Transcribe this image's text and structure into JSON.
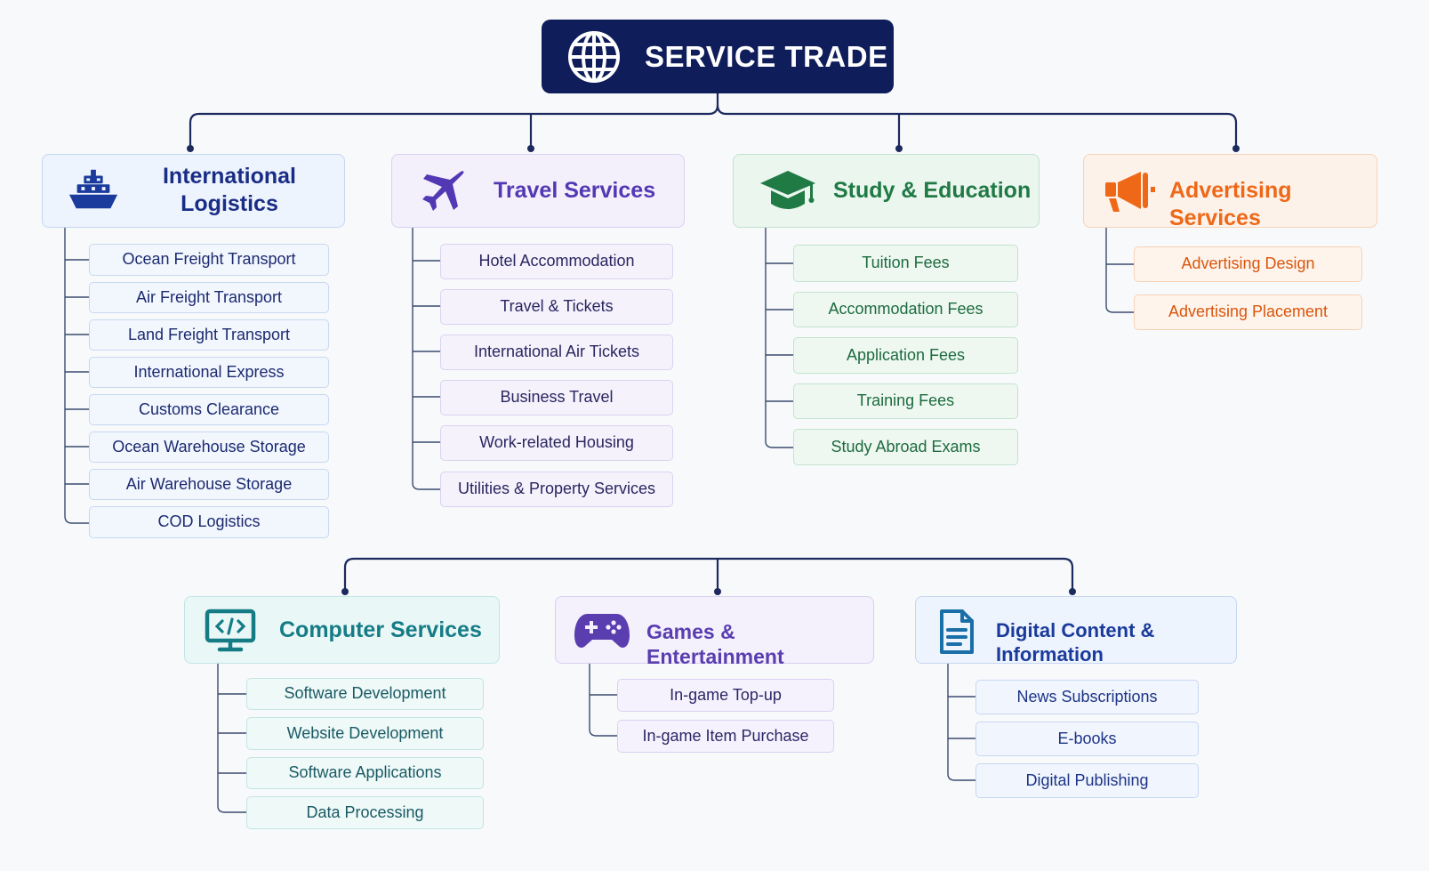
{
  "root": {
    "title": "SERVICE TRADE",
    "icon": "globe-icon"
  },
  "categories": {
    "logistics": {
      "title_line1": "International",
      "title_line2": "Logistics",
      "icon": "ship-icon",
      "items": [
        "Ocean Freight Transport",
        "Air Freight Transport",
        "Land Freight Transport",
        "International Express",
        "Customs Clearance",
        "Ocean Warehouse Storage",
        "Air Warehouse Storage",
        "COD Logistics"
      ]
    },
    "travel": {
      "title": "Travel Services",
      "icon": "airplane-icon",
      "items": [
        "Hotel Accommodation",
        "Travel & Tickets",
        "International Air Tickets",
        "Business Travel",
        "Work-related Housing",
        "Utilities & Property Services"
      ]
    },
    "education": {
      "title": "Study & Education",
      "icon": "graduation-cap-icon",
      "items": [
        "Tuition Fees",
        "Accommodation Fees",
        "Application Fees",
        "Training Fees",
        "Study Abroad Exams"
      ]
    },
    "advertising": {
      "title": "Advertising Services",
      "icon": "megaphone-icon",
      "items": [
        "Advertising Design",
        "Advertising Placement"
      ]
    },
    "computer": {
      "title": "Computer Services",
      "icon": "code-monitor-icon",
      "items": [
        "Software Development",
        "Website Development",
        "Software Applications",
        "Data Processing"
      ]
    },
    "games": {
      "title": "Games & Entertainment",
      "icon": "gamepad-icon",
      "items": [
        "In-game Top-up",
        "In-game Item Purchase"
      ]
    },
    "digital": {
      "title": "Digital Content & Information",
      "icon": "document-icon",
      "items": [
        "News Subscriptions",
        "E-books",
        "Digital Publishing"
      ]
    }
  },
  "colors": {
    "root": "#0f1d5a",
    "logistics": "#1a2d86",
    "travel": "#5338b4",
    "education": "#1f7a44",
    "advertising": "#ee6818",
    "computer": "#157c86",
    "games": "#5a3eb0",
    "digital": "#1a3b9c",
    "connector": "#1c2a5e"
  }
}
